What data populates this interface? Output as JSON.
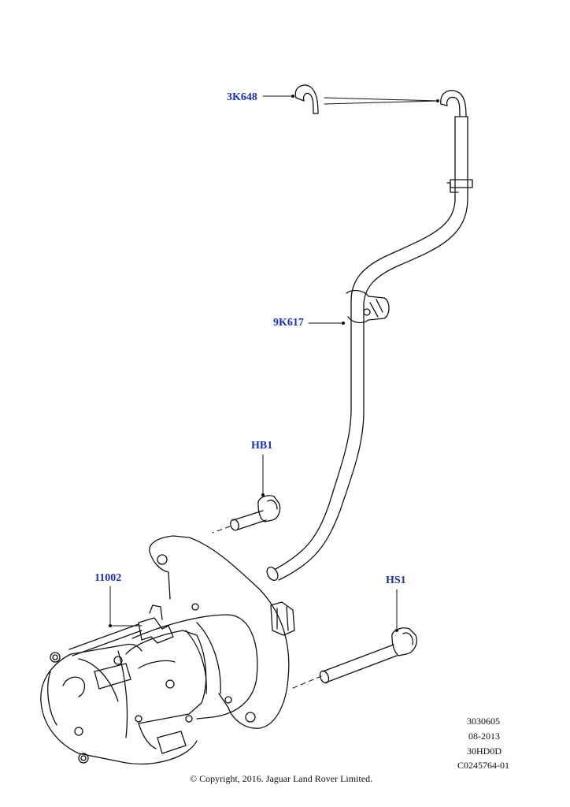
{
  "callouts": {
    "p3k648": "3K648",
    "p9k617": "9K617",
    "hb1": "HB1",
    "p11002": "11002",
    "hs1": "HS1"
  },
  "reference": {
    "line1": "3030605",
    "line2": "08-2013",
    "line3": "30HD0D",
    "line4": "C0245764-01"
  },
  "copyright": "© Copyright, 2016. Jaguar Land Rover Limited.",
  "colors": {
    "callout": "#1a2fbf",
    "line": "#111111"
  }
}
